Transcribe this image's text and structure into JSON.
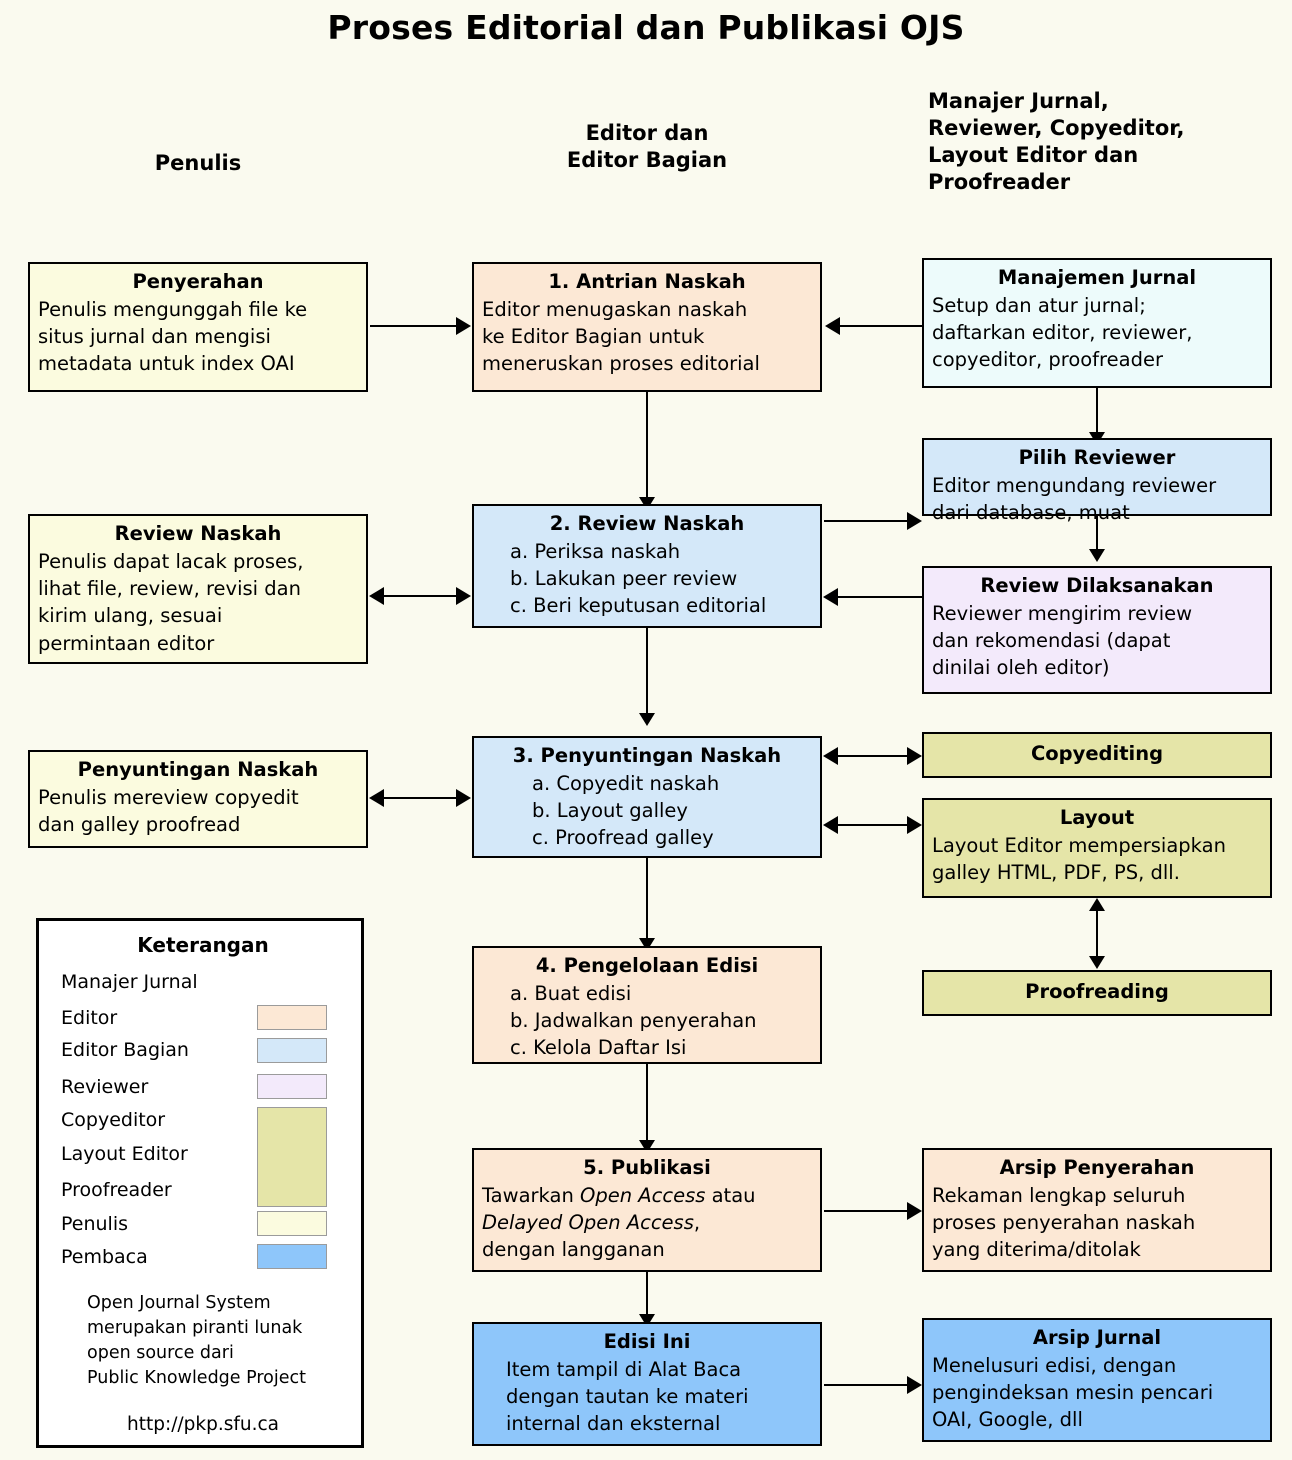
{
  "title": "Proses Editorial dan Publikasi OJS",
  "columns": {
    "left": "Penulis",
    "middle_line1": "Editor dan",
    "middle_line2": "Editor Bagian",
    "right_line1": "Manajer Jurnal,",
    "right_line2": "Reviewer, Copyeditor,",
    "right_line3": "Layout Editor dan",
    "right_line4": "Proofreader"
  },
  "boxes": {
    "penyerahan": {
      "title": "Penyerahan",
      "l1": "Penulis mengunggah file ke",
      "l2": "situs jurnal dan mengisi",
      "l3": "metadata untuk index OAI"
    },
    "antrian": {
      "title": "1. Antrian Naskah",
      "l1": "Editor menugaskan naskah",
      "l2": "ke Editor Bagian untuk",
      "l3": "meneruskan proses editorial"
    },
    "manajemen": {
      "title": "Manajemen Jurnal",
      "l1": "Setup dan atur jurnal;",
      "l2": "daftarkan editor, reviewer,",
      "l3": "copyeditor, proofreader"
    },
    "pilih_reviewer": {
      "title": "Pilih Reviewer",
      "l1": "Editor mengundang reviewer",
      "l2": "dari database, muat"
    },
    "review_naskah_penulis": {
      "title": "Review Naskah",
      "l1": "Penulis dapat lacak proses,",
      "l2": "lihat file, review, revisi dan",
      "l3": "kirim ulang, sesuai",
      "l4": "permintaan editor"
    },
    "review_naskah": {
      "title": "2. Review Naskah",
      "l1": "a. Periksa naskah",
      "l2": "b. Lakukan peer review",
      "l3": "c. Beri keputusan editorial"
    },
    "review_dilaksanakan": {
      "title": "Review Dilaksanakan",
      "l1": "Reviewer mengirim review",
      "l2": "dan rekomendasi (dapat",
      "l3": "dinilai oleh editor)"
    },
    "penyuntingan_penulis": {
      "title": "Penyuntingan Naskah",
      "l1": "Penulis mereview copyedit",
      "l2": "dan galley proofread"
    },
    "penyuntingan": {
      "title": "3. Penyuntingan Naskah",
      "l1": "a. Copyedit naskah",
      "l2": "b. Layout galley",
      "l3": "c. Proofread galley"
    },
    "copyediting": {
      "title": "Copyediting"
    },
    "layout": {
      "title": "Layout",
      "l1": "Layout Editor mempersiapkan",
      "l2": "galley HTML, PDF, PS, dll."
    },
    "proofreading": {
      "title": "Proofreading"
    },
    "pengelolaan": {
      "title": "4. Pengelolaan Edisi",
      "l1": "a. Buat edisi",
      "l2": "b. Jadwalkan penyerahan",
      "l3": "c. Kelola Daftar Isi"
    },
    "publikasi": {
      "title": "5. Publikasi",
      "l1_a": "Tawarkan ",
      "l1_em": "Open Access",
      "l1_b": " atau",
      "l2_em": "Delayed Open Access",
      "l2_b": ",",
      "l3": "dengan langganan"
    },
    "arsip_penyerahan": {
      "title": "Arsip Penyerahan",
      "l1": "Rekaman lengkap seluruh",
      "l2": "proses penyerahan naskah",
      "l3": "yang diterima/ditolak"
    },
    "edisi_ini": {
      "title": "Edisi Ini",
      "l1": "Item tampil di Alat Baca",
      "l2": "dengan tautan ke materi",
      "l3": "internal dan eksternal"
    },
    "arsip_jurnal": {
      "title": "Arsip Jurnal",
      "l1": "Menelusuri edisi, dengan",
      "l2": "pengindeksan mesin pencari",
      "l3": "OAI, Google, dll"
    }
  },
  "legend": {
    "title": "Keterangan",
    "rows": [
      {
        "label": "Manajer Jurnal",
        "color": "#edfbfb"
      },
      {
        "label": "Editor",
        "color": "#fce8d5"
      },
      {
        "label": "Editor Bagian",
        "color": "#d4e8f9"
      },
      {
        "label": "Reviewer",
        "color": "#f3eafb"
      },
      {
        "label": "Copyeditor",
        "color": "#e5e5a8"
      },
      {
        "label": "Layout Editor",
        "color": "#e5e5a8"
      },
      {
        "label": "Proofreader",
        "color": "#e5e5a8"
      },
      {
        "label": "Penulis",
        "color": "#fbfbdf"
      },
      {
        "label": "Pembaca",
        "color": "#8ec6fa"
      }
    ],
    "note_l1": "Open Journal System",
    "note_l2": "merupakan piranti lunak",
    "note_l3": "open source dari",
    "note_l4": "Public Knowledge Project",
    "url": "http://pkp.sfu.ca"
  },
  "palette": {
    "background": "#fafaef",
    "penulis": "#fbfbdf",
    "editor": "#fce8d5",
    "editor_bagian": "#d4e8f9",
    "manajer": "#edfbfb",
    "reviewer": "#f3eafb",
    "copyeditor": "#e5e5a8",
    "pembaca": "#8ec6fa",
    "stroke": "#000000"
  }
}
